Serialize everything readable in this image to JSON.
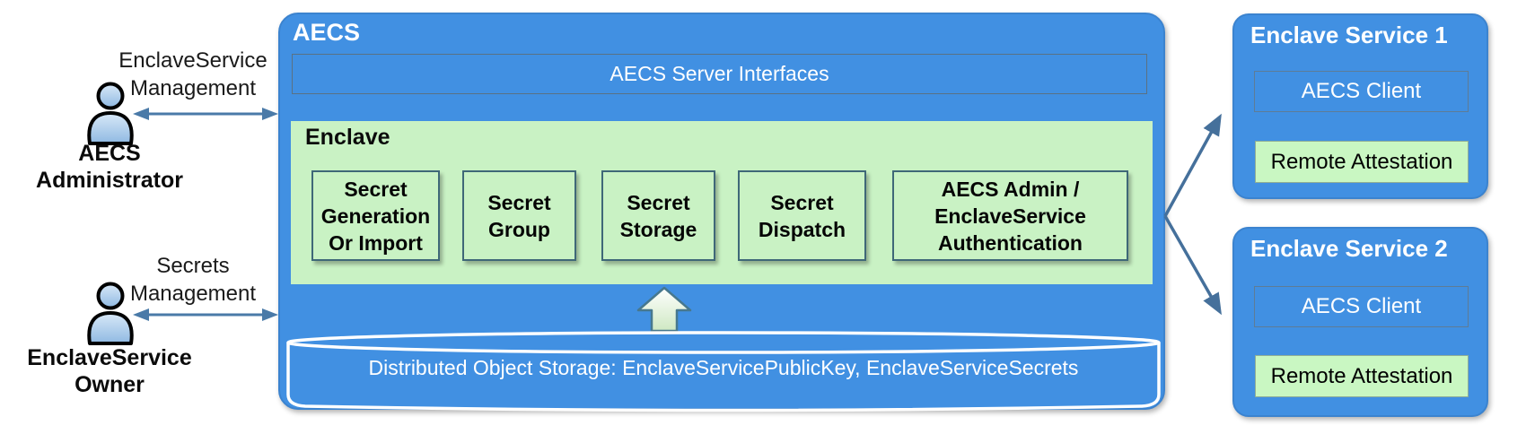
{
  "actors": {
    "administrator": {
      "name": "AECS\nAdministrator",
      "relationship": "EnclaveService\nManagement"
    },
    "owner": {
      "name": "EnclaveService\nOwner",
      "relationship": "Secrets\nManagement"
    }
  },
  "aecs": {
    "title": "AECS",
    "server_interfaces": "AECS Server Interfaces",
    "enclave": {
      "title": "Enclave",
      "modules": [
        {
          "label": "Secret\nGeneration\nOr Import"
        },
        {
          "label": "Secret\nGroup"
        },
        {
          "label": "Secret\nStorage"
        },
        {
          "label": "Secret\nDispatch"
        },
        {
          "label": "AECS Admin /\nEnclaveService\nAuthentication"
        }
      ]
    },
    "storage": {
      "label": "Distributed Object Storage: EnclaveServicePublicKey, EnclaveServiceSecrets"
    }
  },
  "services": [
    {
      "title": "Enclave Service 1",
      "client": "AECS Client",
      "attestation": "Remote Attestation"
    },
    {
      "title": "Enclave Service 2",
      "client": "AECS Client",
      "attestation": "Remote Attestation"
    }
  ],
  "icons": {
    "administrator": "person-icon",
    "owner": "person-icon",
    "up_arrow": "block-up-arrow",
    "storage_shape": "cylinder-storage"
  },
  "colors": {
    "primary_blue": "#4190e2",
    "light_green": "#c9f2c4",
    "attestation_green": "#c9f7c2",
    "module_border": "#3f6878",
    "arrow_steel_blue": "#45709b",
    "text_on_blue": "#ffffff",
    "text_dark": "#000000"
  }
}
